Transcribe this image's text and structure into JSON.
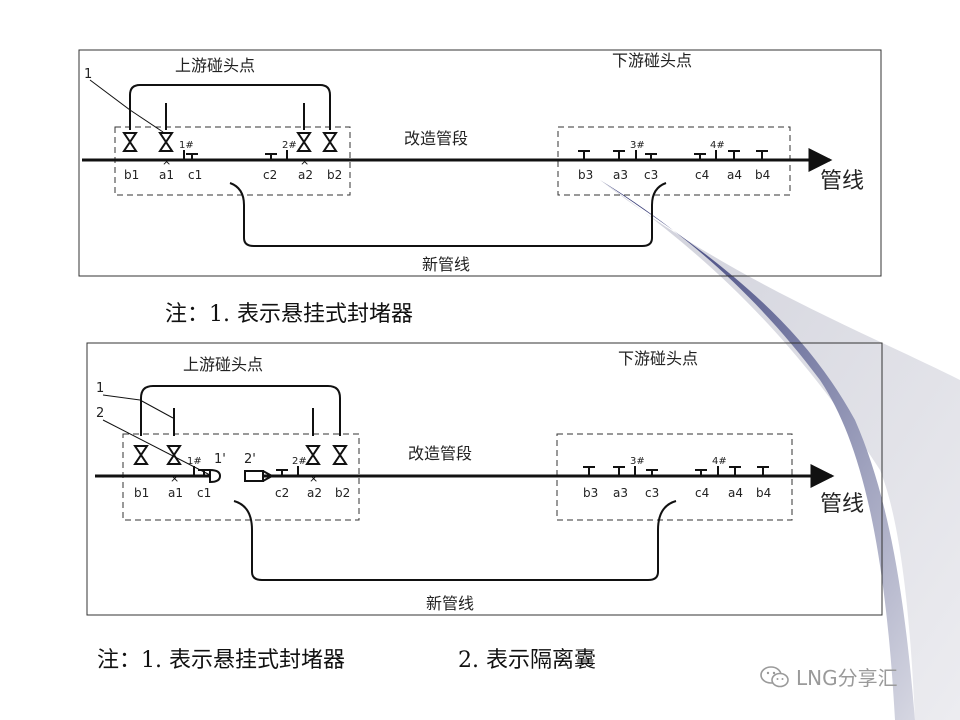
{
  "diagram1": {
    "upstream_label": "上游碰头点",
    "downstream_label": "下游碰头点",
    "segment_label": "改造管段",
    "pipeline_label": "管线",
    "new_pipeline_label": "新管线",
    "callout_1": "1",
    "tags": [
      "1#",
      "2#",
      "3#",
      "4#"
    ],
    "points": {
      "b1": "b1",
      "a1": "a1",
      "c1": "c1",
      "c2": "c2",
      "a2": "a2",
      "b2": "b2",
      "b3": "b3",
      "a3": "a3",
      "c3": "c3",
      "c4": "c4",
      "a4": "a4",
      "b4": "b4"
    },
    "note": "注：1. 表示悬挂式封堵器"
  },
  "diagram2": {
    "upstream_label": "上游碰头点",
    "downstream_label": "下游碰头点",
    "segment_label": "改造管段",
    "pipeline_label": "管线",
    "new_pipeline_label": "新管线",
    "callout_1": "1",
    "callout_2": "2",
    "bladder_labels": [
      "1'",
      "2'"
    ],
    "tags": [
      "1#",
      "2#",
      "3#",
      "4#"
    ],
    "points": {
      "b1": "b1",
      "a1": "a1",
      "c1": "c1",
      "c2": "c2",
      "a2": "a2",
      "b2": "b2",
      "b3": "b3",
      "a3": "a3",
      "c3": "c3",
      "c4": "c4",
      "a4": "a4",
      "b4": "b4"
    },
    "note_1": "注：1. 表示悬挂式封堵器",
    "note_2": "2. 表示隔离囊"
  },
  "watermark": "LNG分享汇",
  "colors": {
    "swoosh": "#3a3f78",
    "line": "#111111"
  }
}
